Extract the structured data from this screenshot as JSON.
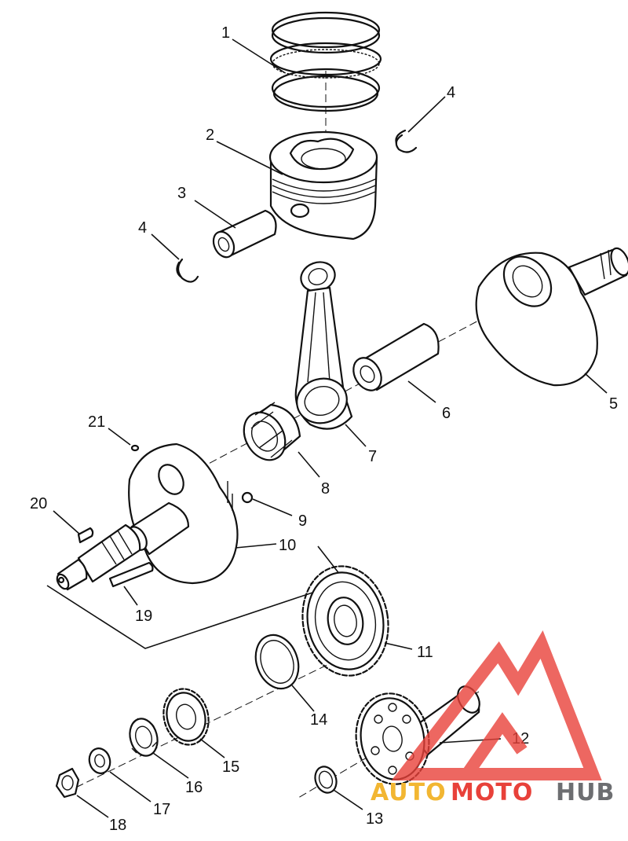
{
  "callouts": {
    "c1": "1",
    "c2": "2",
    "c3": "3",
    "c4a": "4",
    "c4b": "4",
    "c5": "5",
    "c6": "6",
    "c7": "7",
    "c8": "8",
    "c9": "9",
    "c10": "10",
    "c11": "11",
    "c12": "12",
    "c13": "13",
    "c14": "14",
    "c15": "15",
    "c16": "16",
    "c17": "17",
    "c18": "18",
    "c19": "19",
    "c20": "20",
    "c21": "21"
  },
  "watermark": {
    "part1": "AUTO",
    "part2": "MOTO",
    "part3": "HUB",
    "colors": {
      "auto": "#f2b632",
      "moto": "#e8413a",
      "hub": "#6d6e71",
      "triangle": "#e8413a"
    }
  }
}
